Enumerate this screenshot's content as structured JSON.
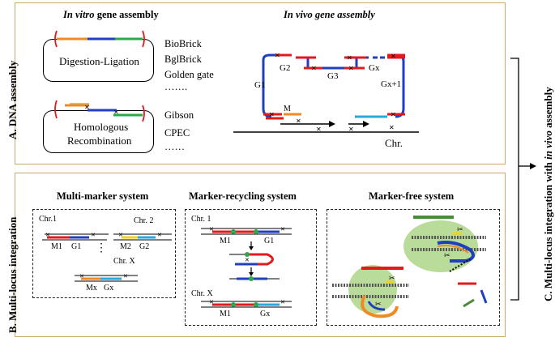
{
  "panel_a": {
    "label": "A. DNA assembly",
    "in_vitro_title_italic": "In vitro",
    "in_vitro_title_rest": " gene assembly",
    "in_vivo_title": "In vivo gene assembly",
    "digestion_ligation": "Digestion-Ligation",
    "homologous_recombination_1": "Homologous",
    "homologous_recombination_2": "Recombination",
    "methods_1": [
      "BioBrick",
      "BglBrick",
      "Golden gate",
      "……."
    ],
    "methods_2": [
      "Gibson",
      "CPEC",
      "……"
    ],
    "gene_labels": {
      "g1": "G1",
      "g2": "G2",
      "g3": "G3",
      "gx": "Gx",
      "gx1": "Gx+1",
      "m": "M"
    },
    "chr": "Chr."
  },
  "panel_b": {
    "label": "B. Multi-locus integration",
    "multi_marker": {
      "title": "Multi-marker system",
      "chr1": "Chr.1",
      "chr2": "Chr. 2",
      "chrx": "Chr. X",
      "m1": "M1",
      "g1": "G1",
      "m2": "M2",
      "g2": "G2",
      "mx": "Mx",
      "gx": "Gx",
      "dots": "⋮"
    },
    "marker_recycling": {
      "title": "Marker-recycling system",
      "chr1": "Chr. 1",
      "chrx": "Chr. X",
      "m1a": "M1",
      "g1": "G1",
      "m1b": "M1",
      "gx": "Gx"
    },
    "marker_free": {
      "title": "Marker-free system"
    }
  },
  "panel_c": {
    "label_prefix": "C. Multi-locus integration with ",
    "label_italic": "in vivo",
    "label_suffix": " assembly"
  },
  "colors": {
    "panel_border": "#c8a96a",
    "red": "#e31a1c",
    "blue": "#1f3fbf",
    "green": "#2aa84a",
    "orange": "#f08a24",
    "light_blue": "#29a8e0",
    "yellow": "#f2d21b",
    "light_green": "#b9dc9a",
    "dark_green": "#4a8a3a"
  }
}
